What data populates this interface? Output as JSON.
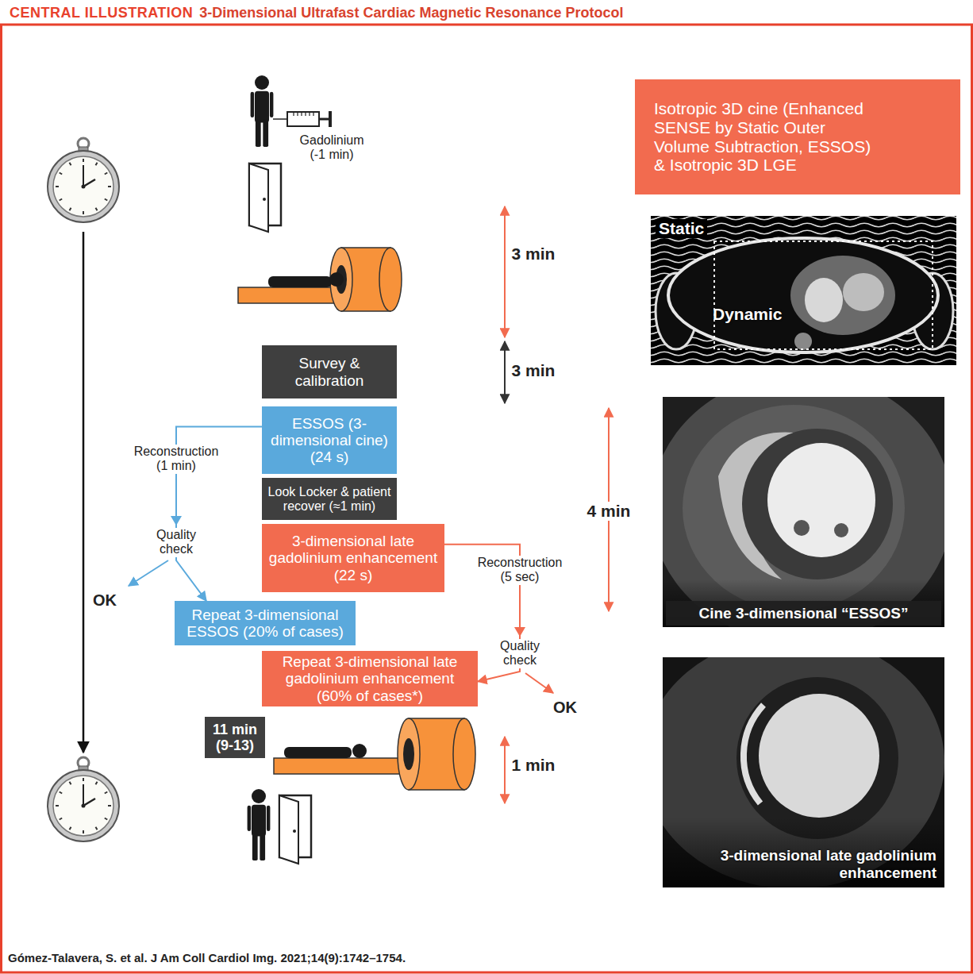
{
  "diagram": {
    "title": "3-Dimensional Ultrafast Cardiac Magnetic Resonance Protocol",
    "caption": "Gómez-Talavera, S. et al. J Am Coll Cardiol Img. 2021;14(9):1742–1754.",
    "nodes": [
      {
        "text": [
          "Survey & calibration"
        ]
      },
      {
        "text": [
          "ESSOS (3-dimensional cine) (24 s)"
        ]
      },
      {
        "text": [
          "Look Locker & patient recover (≈1 min)"
        ]
      },
      {
        "text": [
          "3-dimensional late gadolinium enhancement (22 s)"
        ]
      },
      {
        "text": [
          "Repeat 3-dimensional ESSOS (20% of cases)"
        ]
      },
      {
        "text": [
          "Repeat 3-dimensional late gadolinium enhancement (60% of cases*)"
        ]
      },
      {
        "text": [
          "Isotropic 3D cine (Enhanced SENSE by Static Outer Volume Subtraction, ESSOS) & Isotropic 3D LGE"
        ]
      },
      {
        "text": [
          "11 min (9-13)"
        ]
      },
      {
        "text": [
          "Static",
          "Dynamic"
        ]
      },
      {
        "text": [
          "Cine 3-dimensional “ESSOS”"
        ]
      },
      {
        "text": [
          "3-dimensional late gadolinium enhancement"
        ]
      }
    ],
    "edges": [
      {
        "from": 1,
        "to": 4,
        "label": "Reconstruction (1 min)",
        "arrow": "to"
      },
      {
        "from": 3,
        "to": 5,
        "label": "Reconstruction (5 sec)",
        "arrow": "to"
      }
    ],
    "labels": [
      "CENTRAL ILLUSTRATION",
      "Gadolinium (-1 min)",
      "3 min",
      "3 min",
      "4 min",
      "Quality check",
      "OK",
      "Quality check",
      "OK",
      "1 min"
    ]
  }
}
